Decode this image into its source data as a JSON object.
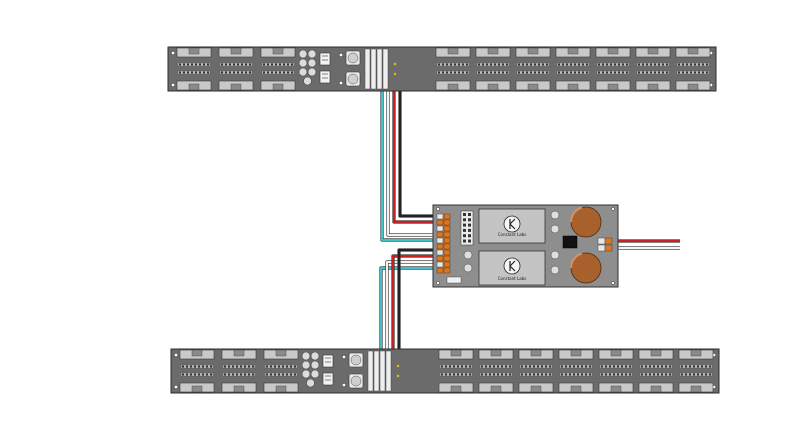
{
  "diagram": {
    "colors": {
      "background": "#ffffff",
      "strip_body": "#6b6b6b",
      "strip_edge": "#2e2e2e",
      "module_fill": "#c9c9c9",
      "module_edge": "#3a3a3a",
      "pin_row": "#bdbdbd",
      "board_body": "#8e8e8e",
      "relay_fill": "#c4c4c4",
      "capacitor": "#a8602d",
      "terminal_white": "#e6e6e6",
      "terminal_orange": "#e0761a",
      "wire_red": "#cc1f1f",
      "wire_black": "#222222",
      "wire_cyan": "#3fc1cf",
      "wire_white": "#f3f3f3"
    },
    "top_strip": {
      "name": "top-power-strip",
      "left_module_count": 3,
      "right_module_count": 7
    },
    "bottom_strip": {
      "name": "bottom-power-strip",
      "left_module_count": 3,
      "right_module_count": 7
    },
    "controller": {
      "name": "dual-channel-controller-board",
      "relays": [
        {
          "logo": "K",
          "brand": "Constant Labs"
        },
        {
          "logo": "K",
          "brand": "Constant Labs"
        }
      ],
      "capacitor_count": 2,
      "output_wires": [
        "red",
        "white"
      ]
    },
    "wire_bundles": [
      {
        "from": "top-power-strip",
        "to": "controller-upper-terminals",
        "colors": [
          "cyan",
          "white",
          "red",
          "black"
        ]
      },
      {
        "from": "bottom-power-strip",
        "to": "controller-lower-terminals",
        "colors": [
          "cyan",
          "white",
          "red",
          "black"
        ]
      }
    ],
    "icons": {
      "fuse": "fuse-icon",
      "led": "led-icon",
      "logo": "k-logo-icon"
    }
  }
}
